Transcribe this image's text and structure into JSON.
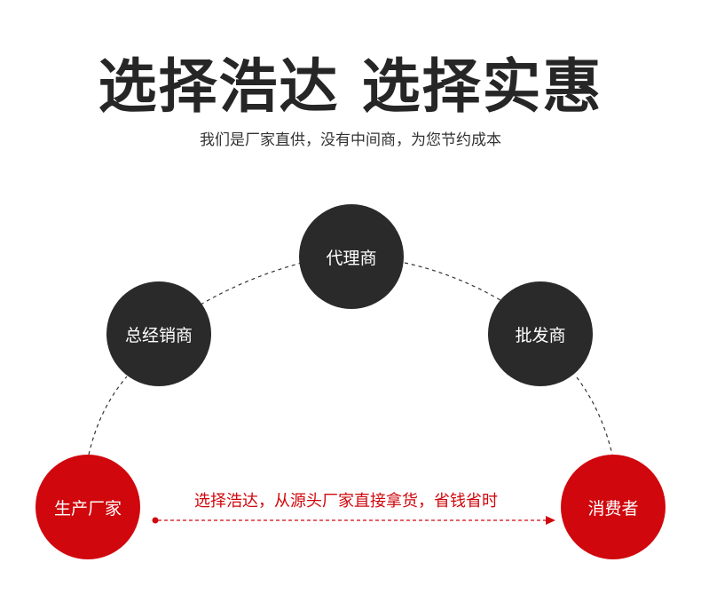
{
  "header": {
    "title": "选择浩达 选择实惠",
    "subtitle": "我们是厂家直供，没有中间商，为您节约成本"
  },
  "nodes": {
    "manufacturer": "生产厂家",
    "distributor": "总经销商",
    "agent": "代理商",
    "wholesaler": "批发商",
    "consumer": "消费者"
  },
  "direct_path": {
    "label": "选择浩达，从源头厂家直接拿货，省钱省时"
  },
  "colors": {
    "dark_node": "#2a2a2a",
    "red_node": "#d0070d",
    "title_text": "#262626",
    "dashed_line": "#333333"
  }
}
